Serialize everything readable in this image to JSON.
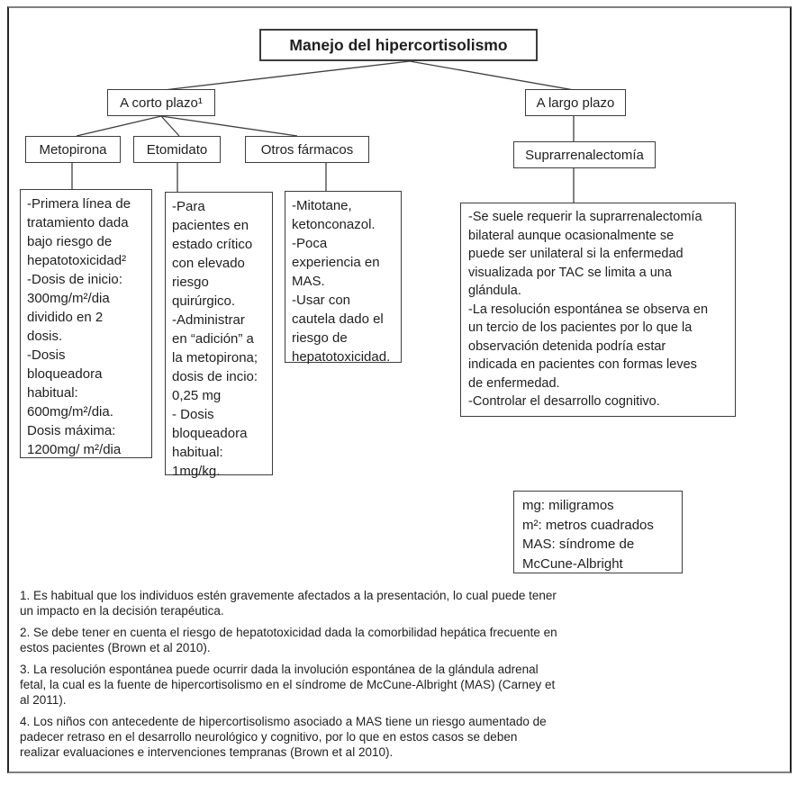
{
  "diagram": {
    "title": "Manejo del hipercortisolismo",
    "nodes": {
      "corto": {
        "label": "A corto plazo¹"
      },
      "largo": {
        "label": "A largo plazo"
      },
      "metopirona": {
        "label": "Metopirona"
      },
      "etomidato": {
        "label": "Etomidato"
      },
      "otros": {
        "label": "Otros fármacos"
      },
      "supra": {
        "label": "Suprarrenalectomía"
      },
      "metopirona_detail": {
        "text": "-Primera línea de\ntratamiento dada\nbajo riesgo de\nhepatotoxicidad²\n-Dosis de inicio:\n300mg/m²/dia\ndividido en 2\ndosis.\n-Dosis\nbloqueadora\nhabitual:\n600mg/m²/dia.\nDosis máxima:\n1200mg/ m²/dia"
      },
      "etomidato_detail": {
        "text": "-Para\npacientes en\nestado crítico\ncon elevado\nriesgo\nquirúrgico.\n-Administrar\nen “adición” a\nla metopirona;\ndosis de incio:\n0,25 mg\n- Dosis\nbloqueadora\nhabitual:\n1mg/kg."
      },
      "otros_detail": {
        "text": "-Mitotane,\nketonconazol.\n-Poca\nexperiencia en\nMAS.\n-Usar con\ncautela dado el\nriesgo de\nhepatotoxicidad."
      },
      "supra_detail": {
        "text": "-Se suele requerir la suprarrenalectomía\nbilateral aunque ocasionalmente se\npuede ser unilateral si la enfermedad\nvisualizada por TAC se limita  a una\nglándula.\n-La resolución espontánea se observa en\nun tercio de los pacientes por lo que la\nobservación detenida podría estar\nindicada en pacientes con formas leves\nde enfermedad.\n-Controlar el desarrollo cognitivo."
      }
    },
    "legend": {
      "text": "mg: miligramos\nm²: metros cuadrados\nMAS: síndrome de\nMcCune-Albright"
    },
    "footnotes": [
      "1. Es habitual que los individuos estén gravemente afectados a la presentación, lo cual puede tener un impacto en la decisión terapéutica.",
      "2. Se debe tener en cuenta el riesgo de hepatotoxicidad dada la comorbilidad hepática frecuente en estos pacientes (Brown et al 2010).",
      "3. La resolución espontánea puede ocurrir dada la involución espontánea de la glándula adrenal fetal, la cual es la fuente de hipercortisolismo en el síndrome de McCune-Albright (MAS) (Carney et al 2011).",
      "4. Los niños con antecedente de hipercortisolismo asociado a MAS tiene un riesgo aumentado de padecer retraso en el desarrollo neurológico y cognitivo, por lo que en estos casos se deben realizar evaluaciones e intervenciones tempranas (Brown et al 2010)."
    ],
    "colors": {
      "box_border": "#3d3d3d",
      "frame_border": "#7f7f7f",
      "text": "#1f1f1f",
      "background": "#ffffff"
    }
  }
}
